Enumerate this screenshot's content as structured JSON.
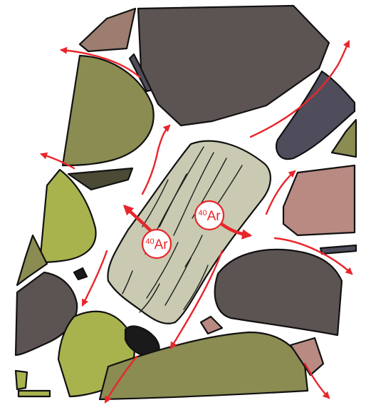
{
  "diagram": {
    "labels": [
      {
        "mass_number": "40",
        "symbol": "Ar"
      },
      {
        "mass_number": "40",
        "symbol": "Ar"
      }
    ],
    "colors": {
      "arrow": "#e8262b",
      "mica_grain": "#c9cab1",
      "olive_grain": "#8a8c52",
      "yellow_green_grain": "#a9b34e",
      "dark_grey_grain": "#5c5452",
      "slate_grain": "#4f4c5c",
      "pink_grain": "#b98a82",
      "dark_green_grain": "#4a4a35",
      "black_grain": "#1a1a1a",
      "matrix": "#ffffff"
    }
  }
}
